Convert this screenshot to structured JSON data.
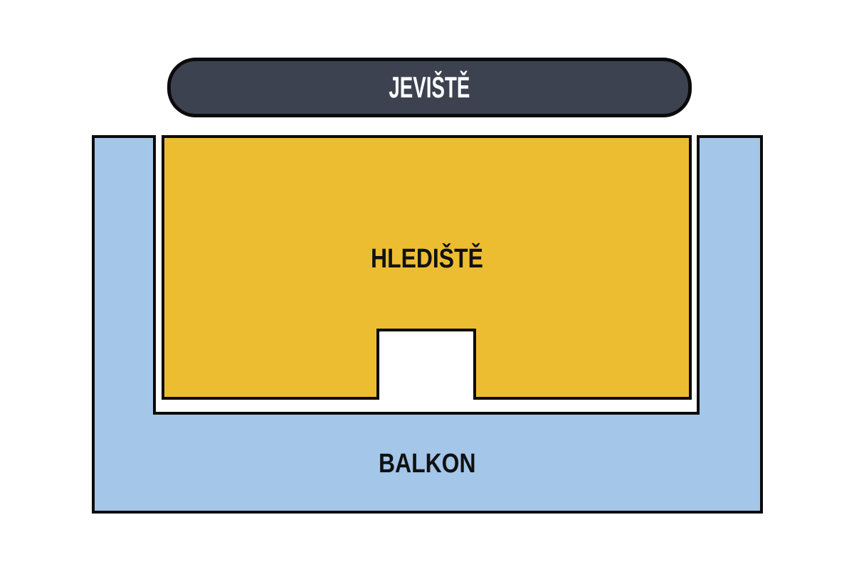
{
  "map": {
    "stage": {
      "label": "JEVIŠTĚ"
    },
    "auditorium": {
      "label": "HLEDIŠTĚ"
    },
    "balcony": {
      "label": "BALKON"
    },
    "colors": {
      "stage_fill": "#3C4250",
      "stage_text": "#FFFFFF",
      "auditorium_fill": "#EDBD31",
      "balcony_fill": "#A3C6E9",
      "outline": "#0B0B0B",
      "label_text": "#111111",
      "background": "#FFFFFF"
    }
  }
}
